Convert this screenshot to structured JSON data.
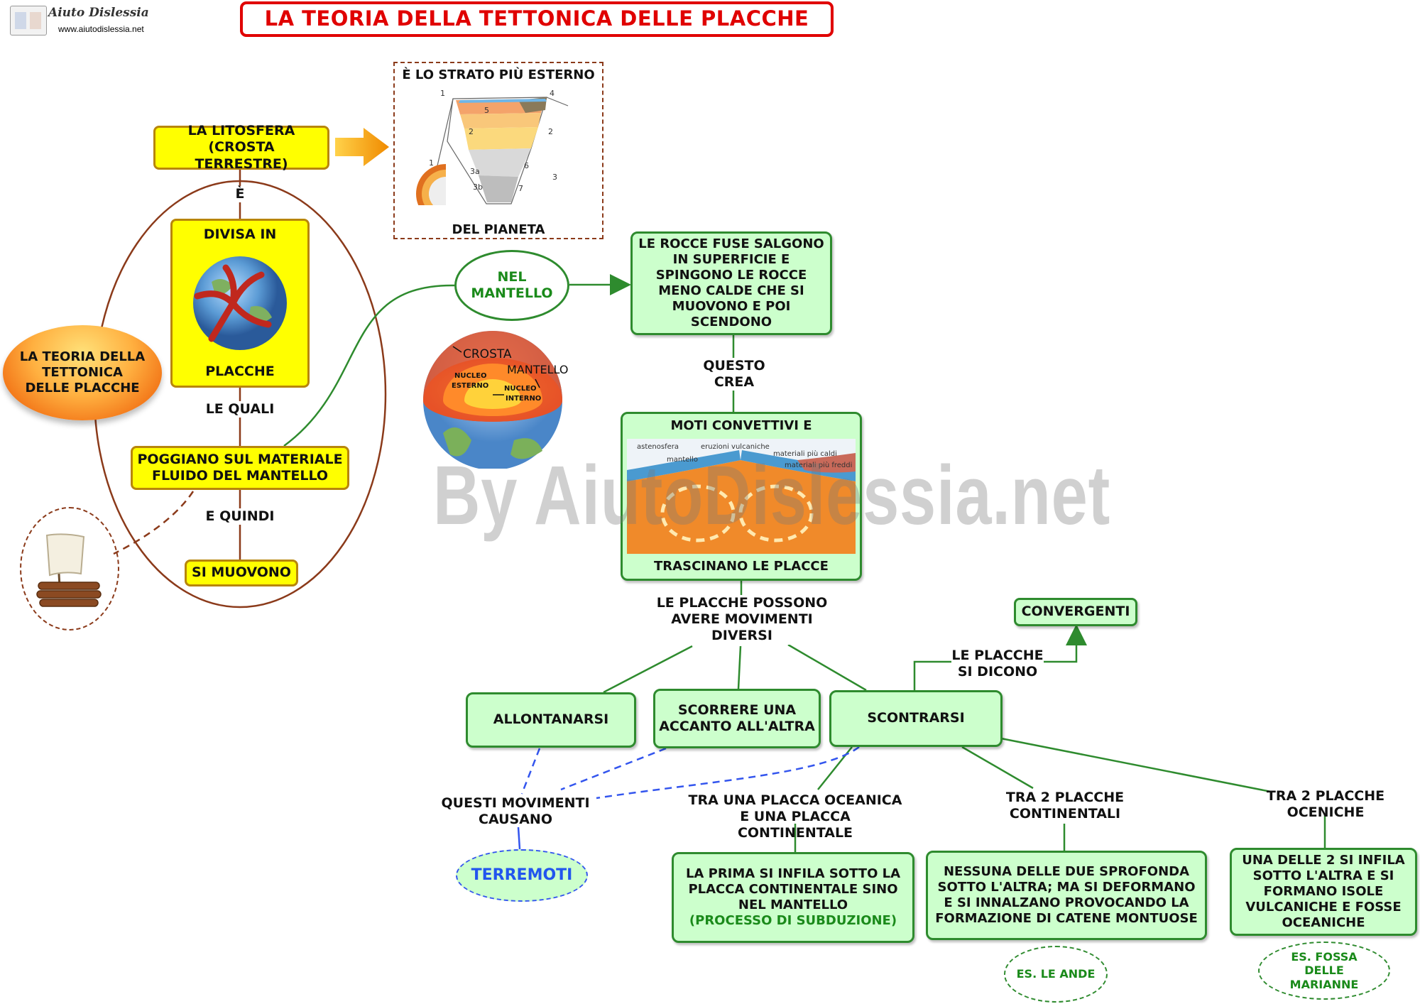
{
  "header": {
    "logo_text": "Aiuto Dislessia",
    "logo_url": "www.aiutodislessia.net",
    "title": "LA TEORIA DELLA TETTONICA DELLE PLACCHE"
  },
  "colors": {
    "title_red": "#e00000",
    "yellow_fill": "#ffff00",
    "yellow_border": "#b8860b",
    "green_fill": "#ccffcc",
    "green_border": "#2e8b2e",
    "brown_line": "#8b3a1a",
    "blue_dashed": "#3355ee",
    "orange_arrow": "#f5a000"
  },
  "left": {
    "central_node": "LA TEORIA DELLA TETTONICA DELLE PLACCHE",
    "litosfera": "LA LITOSFERA (CROSTA TERRESTRE)",
    "link_e": "È",
    "divisa_in": "DIVISA IN",
    "placche": "PLACCHE",
    "link_le_quali": "LE QUALI",
    "poggiano": "POGGIANO SUL MATERIALE FLUIDO DEL MANTELLO",
    "link_e_quindi": "E QUINDI",
    "si_muovono": "SI MUOVONO"
  },
  "layers_box": {
    "top_text": "È LO STRATO PIÙ ESTERNO",
    "bottom_text": "DEL PIANETA",
    "numbers": [
      "1",
      "4",
      "5",
      "2",
      "2",
      "1",
      "6",
      "3a",
      "3",
      "3b",
      "7"
    ]
  },
  "earth_image": {
    "labels": [
      "CROSTA",
      "MANTELLO",
      "NUCLEO ESTERNO",
      "NUCLEO INTERNO"
    ]
  },
  "mantle": {
    "nel_mantello": "NEL MANTELLO",
    "rocce_fuse": "LE ROCCE FUSE SALGONO IN SUPERFICIE E SPINGONO LE ROCCE MENO CALDE CHE SI MUOVONO E POI SCENDONO",
    "link_questo_crea": "QUESTO CREA",
    "moti_top": "MOTI CONVETTIVI E",
    "moti_bottom": "TRASCINANO LE PLACCE",
    "diagram_labels": [
      "astenosfera",
      "mantello",
      "eruzioni vulcaniche",
      "materiali più caldi",
      "materiali più freddi"
    ]
  },
  "movements": {
    "intro": "LE PLACCHE POSSONO AVERE MOVIMENTI DIVERSI",
    "allontanarsi": "ALLONTANARSI",
    "scorrere": "SCORRERE UNA ACCANTO ALL'ALTRA",
    "scontrarsi": "SCONTRARSI",
    "link_si_dicono": "LE PLACCHE SI DICONO",
    "convergenti": "CONVERGENTI",
    "causano": "QUESTI MOVIMENTI CAUSANO",
    "terremoti": "TERREMOTI",
    "case1_label": "TRA UNA PLACCA OCEANICA E UNA PLACCA CONTINENTALE",
    "case1_text": "LA PRIMA SI INFILA SOTTO LA PLACCA CONTINENTALE SINO NEL MANTELLO",
    "case1_note": "(PROCESSO DI SUBDUZIONE)",
    "case2_label": "TRA 2 PLACCHE CONTINENTALI",
    "case2_text": "NESSUNA DELLE DUE SPROFONDA SOTTO L'ALTRA; MA SI DEFORMANO E SI INNALZANO PROVOCANDO LA FORMAZIONE DI CATENE MONTUOSE",
    "case2_example": "ES. LE ANDE",
    "case3_label": "TRA 2 PLACCHE OCENICHE",
    "case3_text": "UNA DELLE 2 SI INFILA SOTTO L'ALTRA E SI FORMANO ISOLE VULCANICHE E FOSSE OCEANICHE",
    "case3_example": "ES. FOSSA DELLE MARIANNE"
  },
  "watermark": "By AiutoDislessia.net"
}
